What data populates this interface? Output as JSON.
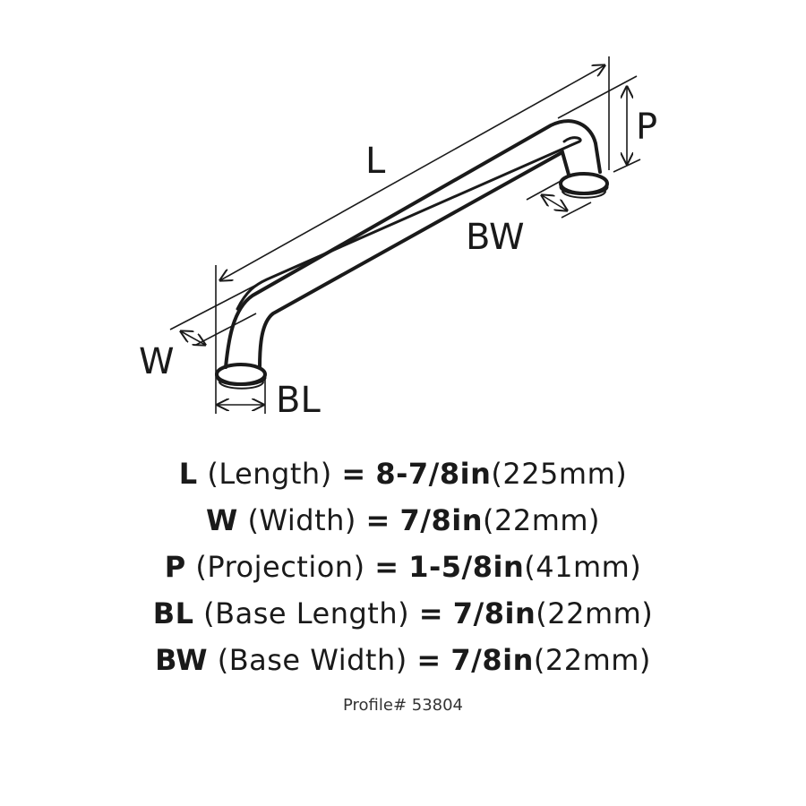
{
  "diagram": {
    "labels": {
      "length": "L",
      "width": "W",
      "projection": "P",
      "base_length": "BL",
      "base_width": "BW"
    }
  },
  "specs": [
    {
      "key": "L",
      "name": "(Length)",
      "eq": "=",
      "imperial": "8-7/8in",
      "metric": "(225mm)"
    },
    {
      "key": "W",
      "name": "(Width)",
      "eq": "=",
      "imperial": "7/8in",
      "metric": "(22mm)"
    },
    {
      "key": "P",
      "name": "(Projection)",
      "eq": "=",
      "imperial": "1-5/8in",
      "metric": "(41mm)"
    },
    {
      "key": "BL",
      "name": "(Base Length)",
      "eq": "=",
      "imperial": "7/8in",
      "metric": "(22mm)"
    },
    {
      "key": "BW",
      "name": "(Base Width)",
      "eq": "=",
      "imperial": "7/8in",
      "metric": "(22mm)"
    }
  ],
  "profile": "Profile# 53804"
}
